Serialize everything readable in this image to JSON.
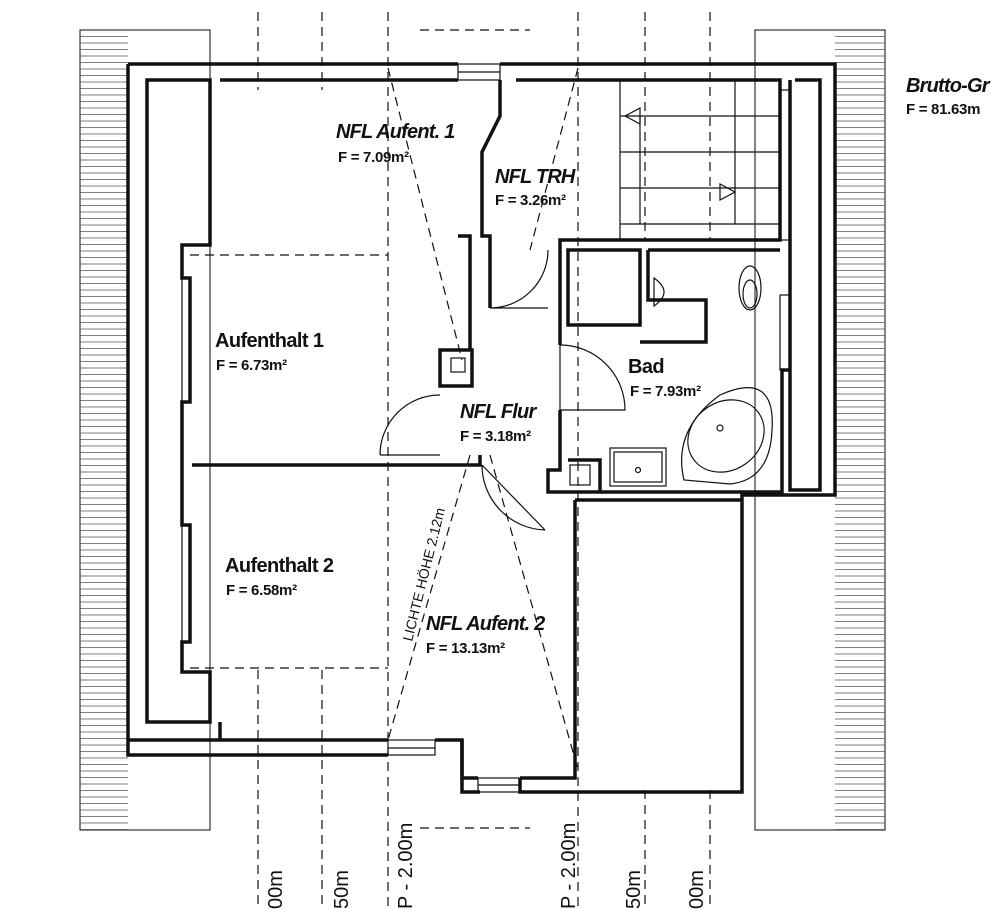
{
  "rooms": {
    "nfl_aufent_1": {
      "name": "NFL Aufent. 1",
      "area": "F =  7.09m²"
    },
    "nfl_trh": {
      "name": "NFL TRH",
      "area": "F =  3.26m²"
    },
    "aufenthalt_1": {
      "name": "Aufenthalt 1",
      "area": "F =  6.73m²"
    },
    "bad": {
      "name": "Bad",
      "area": "F =  7.93m²"
    },
    "nfl_flur": {
      "name": "NFL Flur",
      "area": "F =  3.18m²"
    },
    "aufenthalt_2": {
      "name": "Aufenthalt 2",
      "area": "F =  6.58m²"
    },
    "nfl_aufent_2": {
      "name": "NFL Aufent. 2",
      "area": "F =  13.13m²"
    }
  },
  "summary": {
    "name": "Brutto-Gr",
    "area": "F =  81.63m"
  },
  "annotation": {
    "clear_height": "LICHTE HÖHE 2.12m"
  },
  "dimension_labels": [
    "00m",
    "50m",
    "P - 2.00m",
    "P - 2.00m",
    "50m",
    "00m"
  ],
  "colors": {
    "line": "#111111",
    "hatch": "#555555",
    "background": "#ffffff"
  }
}
